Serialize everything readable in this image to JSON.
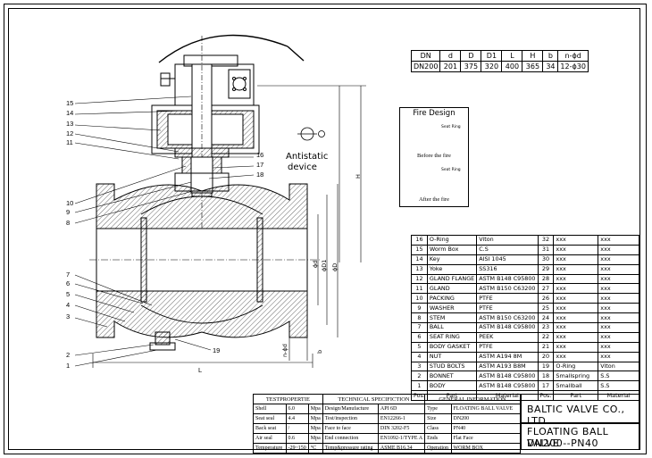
{
  "dimension_table": {
    "headers": [
      "DN",
      "d",
      "D",
      "D1",
      "L",
      "H",
      "b",
      "n-ϕd"
    ],
    "row": [
      "DN200",
      "201",
      "375",
      "320",
      "400",
      "365",
      "34",
      "12-ϕ30"
    ]
  },
  "fire_design": {
    "title": "Fire Design",
    "seat_ring_label": "Seat Ring",
    "before_caption": "Before the fire",
    "after_caption": "After the fire"
  },
  "antistatic": {
    "line1": "Antistatic",
    "line2": "device"
  },
  "callouts": [
    "1",
    "2",
    "3",
    "4",
    "5",
    "6",
    "7",
    "8",
    "9",
    "10",
    "11",
    "12",
    "13",
    "14",
    "15",
    "16",
    "17",
    "18",
    "19"
  ],
  "dimension_labels": {
    "H": "H",
    "d": "ϕd",
    "D1": "ϕD1",
    "D": "ϕD",
    "nd": "n-ϕd",
    "b": "b",
    "L": "L"
  },
  "parts_table": {
    "header": [
      "Pos.",
      "Part",
      "Material",
      "Pos.",
      "Part",
      "Material"
    ],
    "rows": [
      [
        "16",
        "O-Ring",
        "Viton",
        "32",
        "xxx",
        "xxx"
      ],
      [
        "15",
        "Worm Box",
        "C.S",
        "31",
        "xxx",
        "xxx"
      ],
      [
        "14",
        "Key",
        "AISI 1045",
        "30",
        "xxx",
        "xxx"
      ],
      [
        "13",
        "Yoke",
        "SS316",
        "29",
        "xxx",
        "xxx"
      ],
      [
        "12",
        "GLAND FLANGE",
        "ASTM B148 C95800",
        "28",
        "xxx",
        "xxx"
      ],
      [
        "11",
        "GLAND",
        "ASTM B150 C63200",
        "27",
        "xxx",
        "xxx"
      ],
      [
        "10",
        "PACKING",
        "PTFE",
        "26",
        "xxx",
        "xxx"
      ],
      [
        "9",
        "WASHER",
        "PTFE",
        "25",
        "xxx",
        "xxx"
      ],
      [
        "8",
        "STEM",
        "ASTM B150 C63200",
        "24",
        "xxx",
        "xxx"
      ],
      [
        "7",
        "BALL",
        "ASTM B148 C95800",
        "23",
        "xxx",
        "xxx"
      ],
      [
        "6",
        "SEAT RING",
        "PEEK",
        "22",
        "xxx",
        "xxx"
      ],
      [
        "5",
        "BODY GASKET",
        "PTFE",
        "21",
        "xxx",
        "xxx"
      ],
      [
        "4",
        "NUT",
        "ASTM A194 8M",
        "20",
        "xxx",
        "xxx"
      ],
      [
        "3",
        "STUD BOLTS",
        "ASTM A193 B8M",
        "19",
        "O-Ring",
        "Viton"
      ],
      [
        "2",
        "BONNET",
        "ASTM B148 C95800",
        "18",
        "Smallspring",
        "S.S"
      ],
      [
        "1",
        "BODY",
        "ASTM B148 C95800",
        "17",
        "Smallball",
        "S.S"
      ]
    ]
  },
  "general_info": {
    "test_header": "TESTPROPERTIE",
    "tech_header": "TECHNICAL SPECIFICTION",
    "general_header": "GENERAL INFORMATION",
    "rows": [
      [
        "Shell",
        "6.0",
        "Mpa",
        "Design/Manufacture",
        "API 6D",
        "Type",
        "FLOATING BALL VALVE"
      ],
      [
        "Seat seal",
        "4.4",
        "Mpa",
        "Test/inspection",
        "EN12266-1",
        "Size",
        "DN200"
      ],
      [
        "Back seat",
        "/",
        "Mpa",
        "Face to face",
        "DIN 3202-F5",
        "Class",
        "PN40"
      ],
      [
        "Air seal",
        "0.6",
        "Mpa",
        "End connection",
        "EN1092-1/TYPE A",
        "Ends",
        "Flat Face"
      ],
      [
        "Temperature",
        "-29~150",
        "°C",
        "Temp&pressure rating",
        "ASME B16.34",
        "Operation",
        "WORM BOX"
      ]
    ]
  },
  "title_block": {
    "company": "BALTIC VALVE CO., LTD",
    "valve_name": "FLOATING BALL VALVE",
    "valve_spec": "DN200--PN40"
  }
}
